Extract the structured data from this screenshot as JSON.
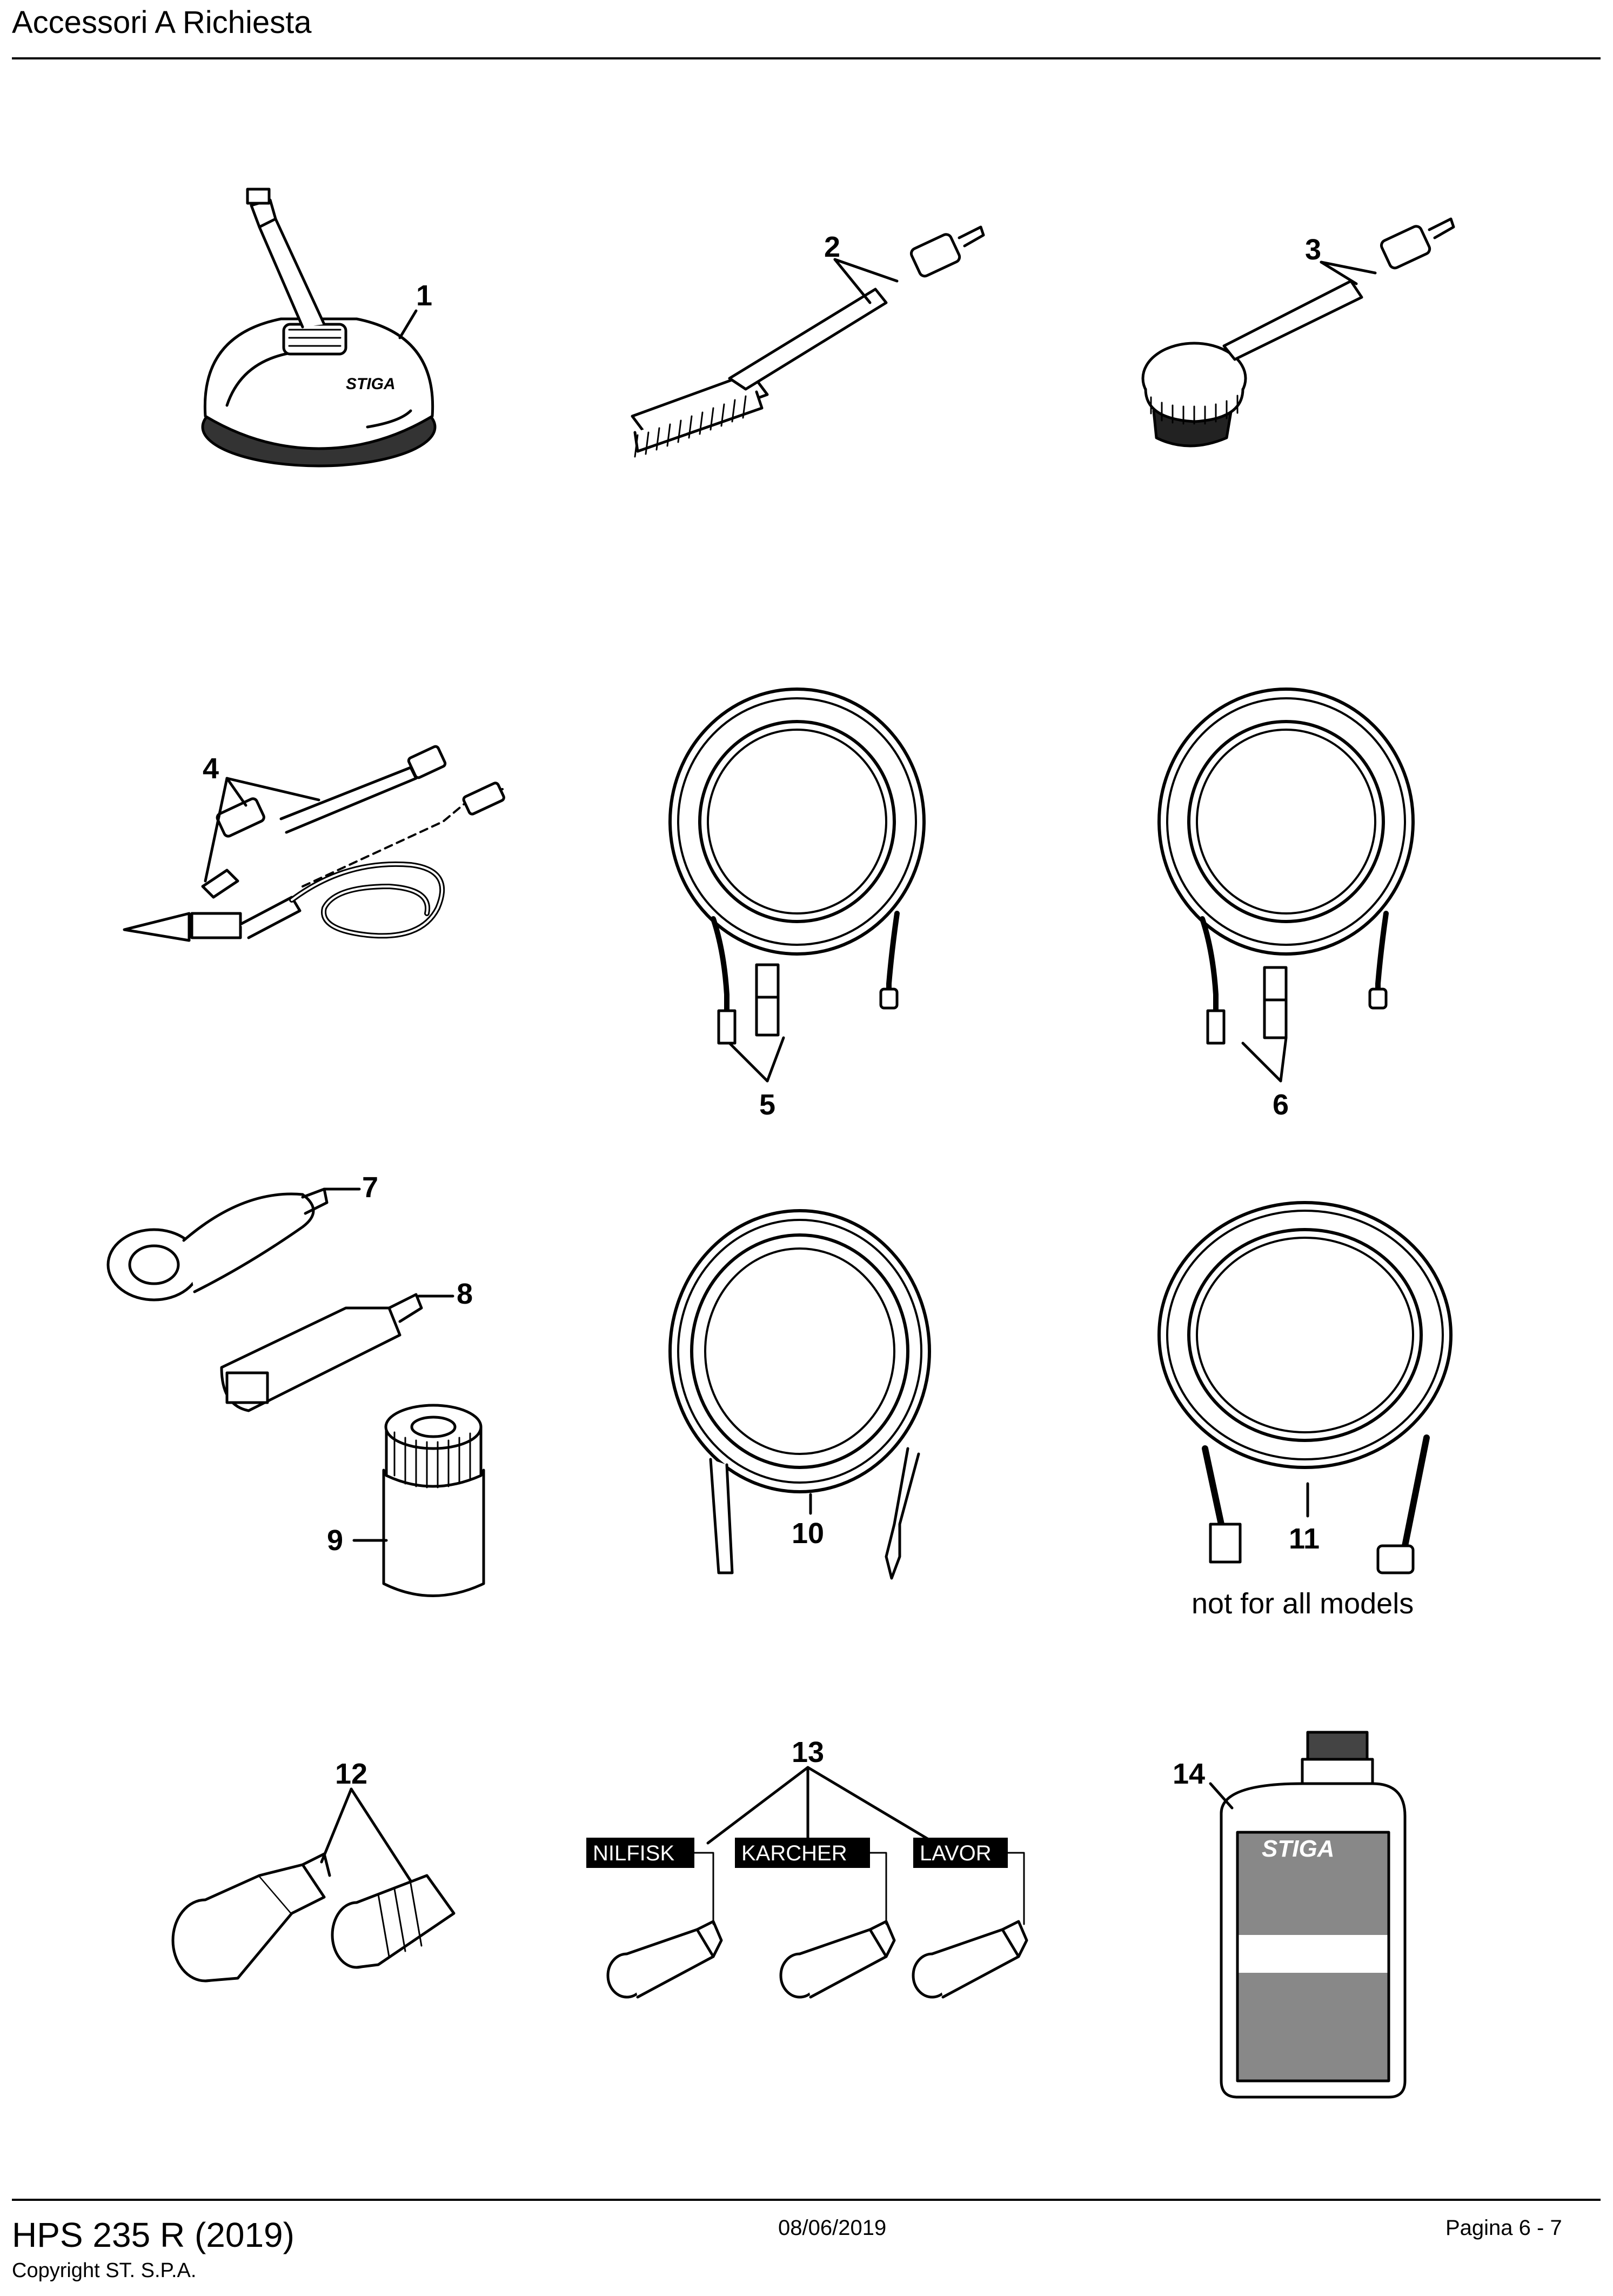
{
  "header": {
    "title": "Accessori A Richiesta"
  },
  "footer": {
    "model": "HPS 235 R (2019)",
    "copyright": "Copyright ST. S.P.A.",
    "date": "08/06/2019",
    "page": "Pagina 6 - 7"
  },
  "callouts": [
    "1",
    "2",
    "3",
    "4",
    "5",
    "6",
    "7",
    "8",
    "9",
    "10",
    "11",
    "12",
    "13",
    "14"
  ],
  "notes": {
    "item11": "not for all models"
  },
  "adapters": [
    "NILFISK",
    "KARCHER",
    "LAVOR"
  ],
  "logo": "STIGA"
}
